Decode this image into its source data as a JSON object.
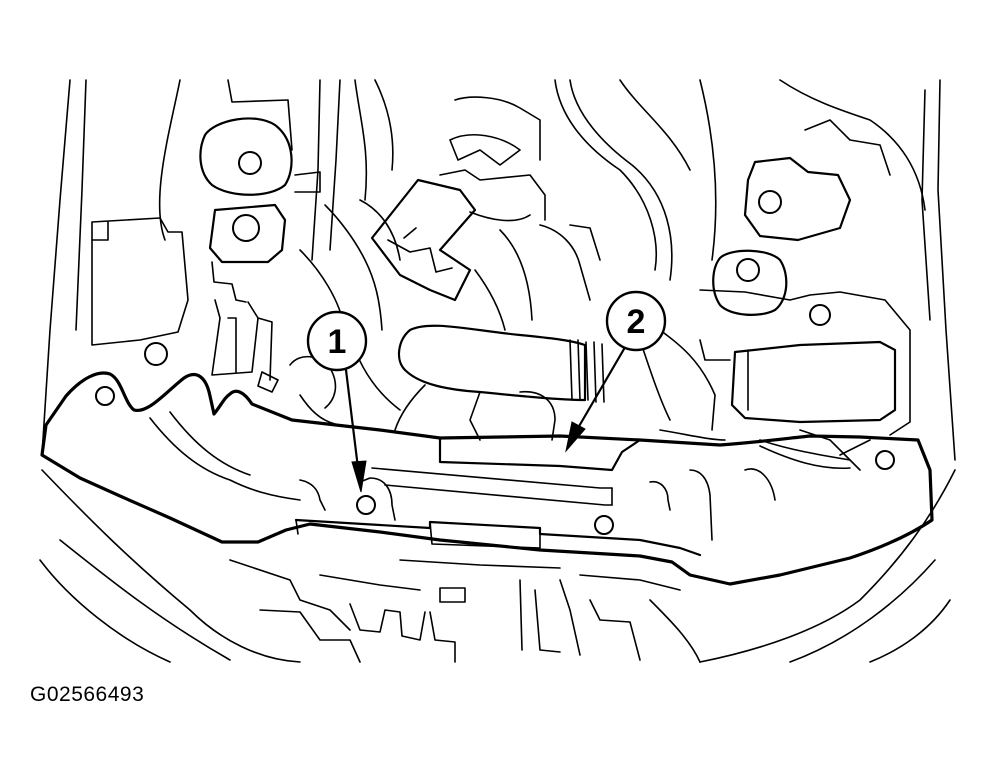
{
  "callouts": [
    {
      "number": "1"
    },
    {
      "number": "2"
    }
  ],
  "figure_id": "G02566493"
}
